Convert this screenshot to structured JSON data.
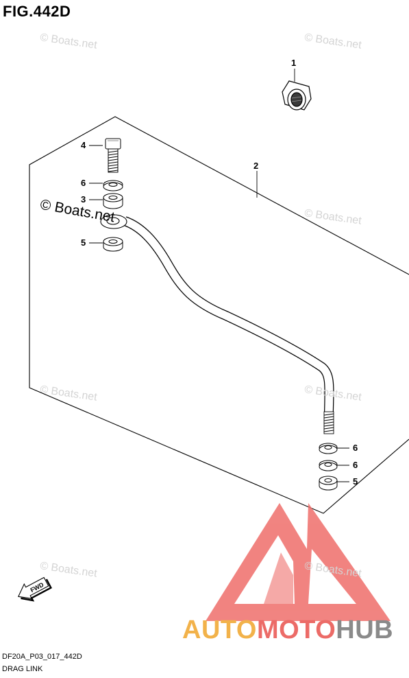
{
  "figure": {
    "title": "FIG.442D",
    "code": "DF20A_P03_017_442D",
    "name": "DRAG LINK"
  },
  "watermark": {
    "text": "© Boats.net"
  },
  "callouts": [
    "1",
    "2",
    "4",
    "6",
    "3",
    "5",
    "6",
    "6",
    "5"
  ],
  "direction_label": "FWD",
  "brand": {
    "part1": "AUTO",
    "part2": "MOTO",
    "part3": "HUB",
    "color_auto": "#f2b24a",
    "color_moto": "#ec6b67",
    "color_hub": "#8a8a8a",
    "logo_color": "#ef6e6b"
  }
}
